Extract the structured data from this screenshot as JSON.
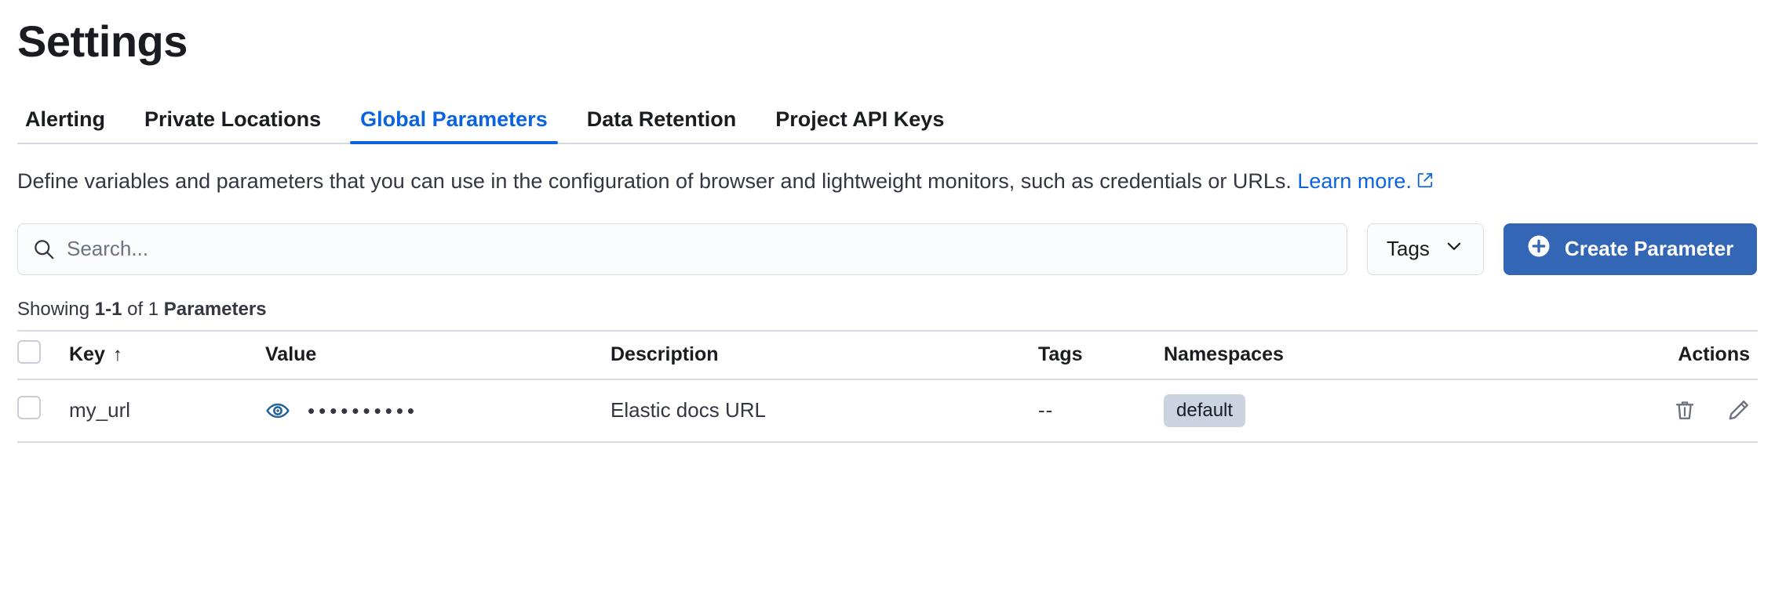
{
  "header": {
    "title": "Settings"
  },
  "tabs": [
    {
      "label": "Alerting",
      "active": false
    },
    {
      "label": "Private Locations",
      "active": false
    },
    {
      "label": "Global Parameters",
      "active": true
    },
    {
      "label": "Data Retention",
      "active": false
    },
    {
      "label": "Project API Keys",
      "active": false
    }
  ],
  "description": {
    "text": "Define variables and parameters that you can use in the configuration of browser and lightweight monitors, such as credentials or URLs. ",
    "link_text": "Learn more.",
    "link_icon": "external-link-icon"
  },
  "controls": {
    "search": {
      "placeholder": "Search...",
      "value": "",
      "icon": "search-icon"
    },
    "tags_filter": {
      "label": "Tags",
      "icon": "chevron-down-icon"
    },
    "create_button": {
      "label": "Create Parameter",
      "icon": "plus-circle-icon"
    }
  },
  "results_summary": {
    "prefix": "Showing ",
    "range": "1-1",
    "middle": " of 1 ",
    "entity": "Parameters"
  },
  "table": {
    "columns": [
      {
        "key": "checkbox",
        "label": ""
      },
      {
        "key": "key",
        "label": "Key",
        "sort": "asc",
        "sort_icon": "arrow-up-icon"
      },
      {
        "key": "value",
        "label": "Value"
      },
      {
        "key": "description",
        "label": "Description"
      },
      {
        "key": "tags",
        "label": "Tags"
      },
      {
        "key": "namespaces",
        "label": "Namespaces"
      },
      {
        "key": "actions",
        "label": "Actions"
      }
    ],
    "rows": [
      {
        "key": "my_url",
        "value_masked": "••••••••••",
        "value_toggle_icon": "eye-icon",
        "description": "Elastic docs URL",
        "tags": "--",
        "namespaces": [
          "default"
        ],
        "actions": [
          "trash-icon",
          "pencil-icon"
        ]
      }
    ]
  },
  "colors": {
    "accent_blue": "#0b64dd",
    "button_blue": "#3366b5",
    "badge_grey": "#ccd3e0",
    "border_grey": "#d3dae6",
    "text_dark": "#1a1c21"
  }
}
